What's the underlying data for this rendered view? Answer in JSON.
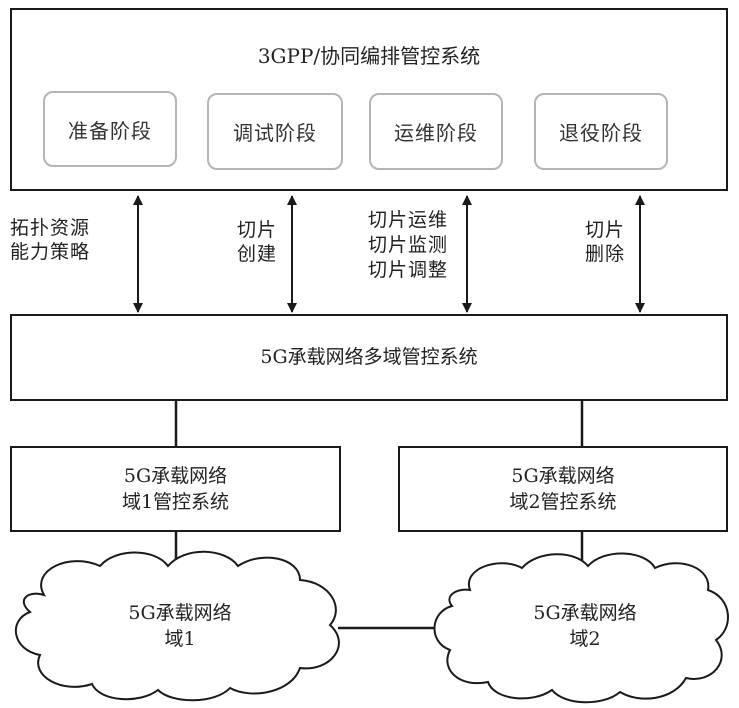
{
  "top_system": {
    "title": "3GPP/协同编排管控系统",
    "stages": [
      "准备阶段",
      "调试阶段",
      "运维阶段",
      "退役阶段"
    ]
  },
  "interfaces": [
    [
      "拓扑资源",
      "能力策略"
    ],
    [
      "切片",
      "创建"
    ],
    [
      "切片运维",
      "切片监测",
      "切片调整"
    ],
    [
      "切片",
      "删除"
    ]
  ],
  "multi_domain": {
    "title": "5G承载网络多域管控系统"
  },
  "domain_controllers": [
    {
      "line1": "5G承载网络",
      "line2": "域1管控系统"
    },
    {
      "line1": "5G承载网络",
      "line2": "域2管控系统"
    }
  ],
  "networks": [
    {
      "line1": "5G承载网络",
      "line2": "域1"
    },
    {
      "line1": "5G承载网络",
      "line2": "域2"
    }
  ]
}
